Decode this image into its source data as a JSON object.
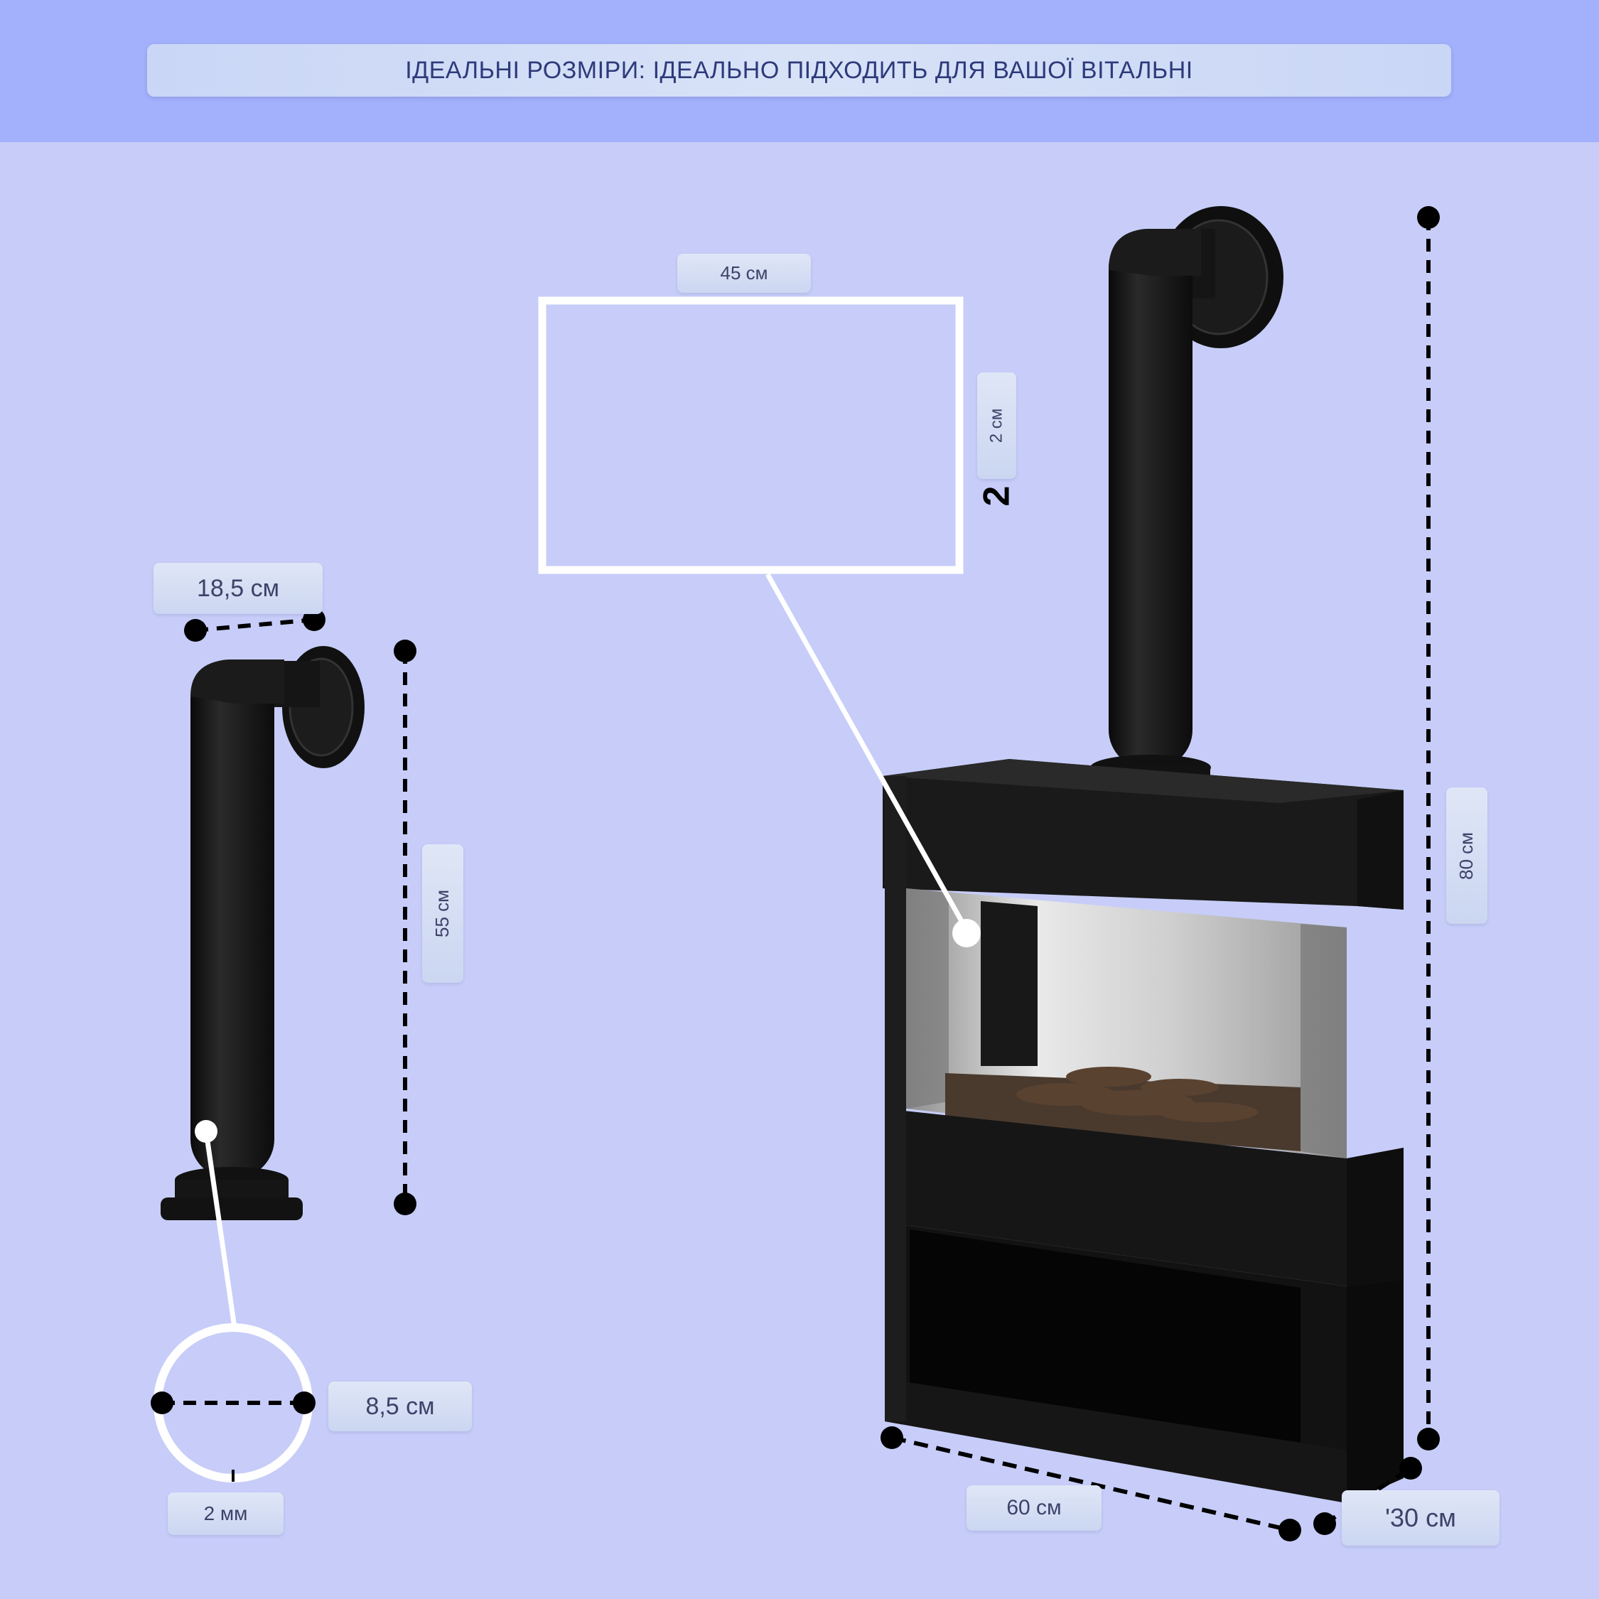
{
  "banner": {
    "title": "ІДЕАЛЬНІ РОЗМІРИ: ІДЕАЛЬНО ПІДХОДИТЬ ДЛЯ ВАШОЇ ВІТАЛЬНІ"
  },
  "dimensions": {
    "pipe_width": "18,5 см",
    "pipe_height": "55 см",
    "pipe_diameter": "8,5 см",
    "wall_thickness": "2 мм",
    "screen_width": "45 см",
    "screen_depth": "2 см",
    "screen_marker": "2",
    "fireplace_height": "80 см",
    "fireplace_width": "60 см",
    "fireplace_depth": "'30 см"
  },
  "colors": {
    "background": "#c7cdf8",
    "top_band": "#a3b0fb",
    "product": "#141414",
    "label_text": "#3c4268"
  }
}
